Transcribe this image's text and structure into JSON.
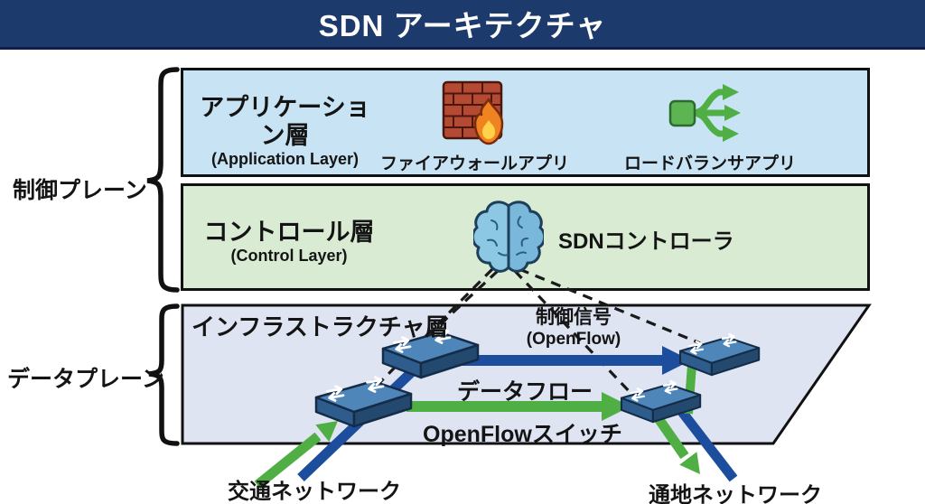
{
  "header": {
    "title": "SDN アーキテクチャ"
  },
  "planes": {
    "control": {
      "label": "制御プレーン"
    },
    "data": {
      "label": "データプレーン"
    }
  },
  "layers": {
    "application": {
      "title": "アプリケーション層",
      "subtitle": "(Application Layer)",
      "apps": [
        {
          "icon": "firewall-icon",
          "label": "ファイアウォールアプリ"
        },
        {
          "icon": "load-balancer-icon",
          "label": "ロードバランサアプリ"
        }
      ]
    },
    "control": {
      "title": "コントロール層",
      "subtitle": "(Control Layer)",
      "controller_label": "SDNコントローラ"
    },
    "infrastructure": {
      "title": "インフラストラクチャ層",
      "control_signal_label": "制御信号",
      "control_signal_sub": "(OpenFlow)",
      "data_flow_label": "データフロー",
      "switch_label": "OpenFlowスイッチ"
    }
  },
  "external": {
    "left": "交通ネットワーク",
    "right": "通地ネットワーク"
  },
  "colors": {
    "title_bar": "#1d3a6d",
    "application_layer": "#c8e4f4",
    "control_layer": "#d9ecd3",
    "infrastructure_layer": "#dfe4f2",
    "control_signal_arrow": "#1d4e9e",
    "data_flow_arrow": "#4fae44"
  }
}
